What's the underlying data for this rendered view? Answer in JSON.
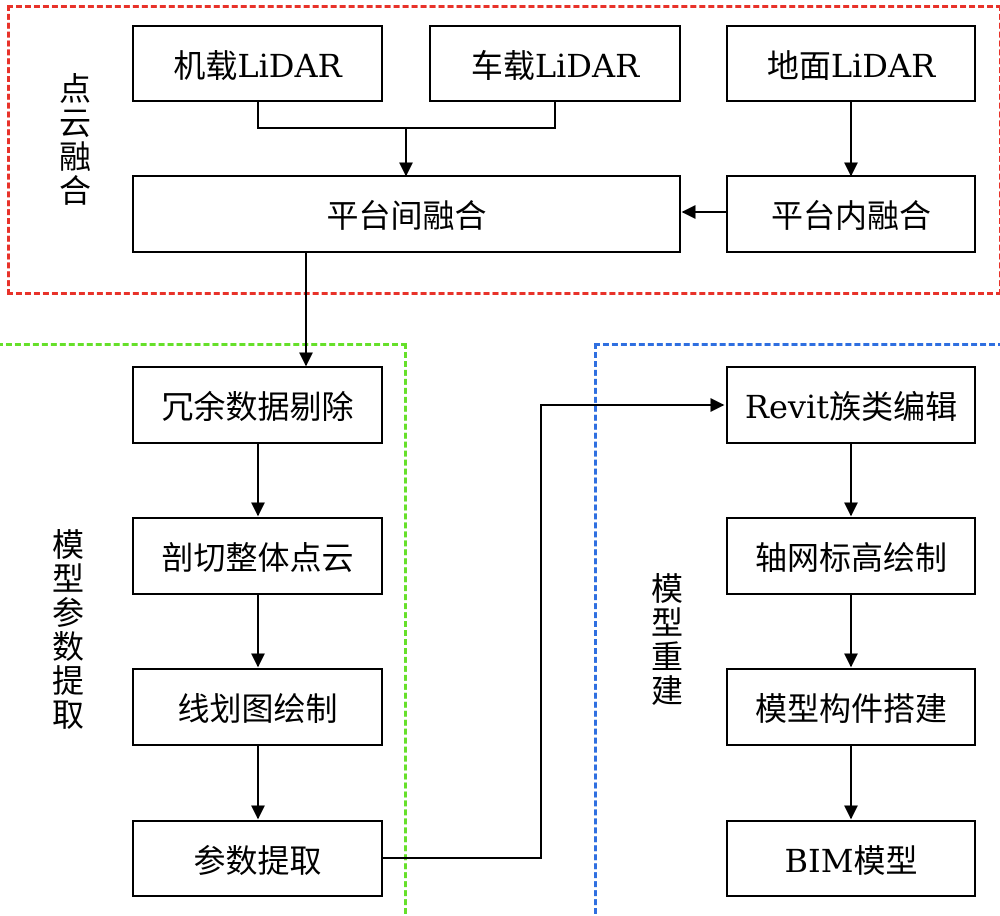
{
  "groups": {
    "point_cloud_fusion": {
      "label": "点云融合",
      "color": "#e8322a"
    },
    "parameter_extraction": {
      "label": "模型参数提取",
      "color": "#66e02a"
    },
    "model_rebuild": {
      "label": "模型重建",
      "color": "#2f6fe0"
    }
  },
  "nodes": {
    "airborne_lidar": "机载LiDAR",
    "vehicle_lidar": "车载LiDAR",
    "ground_lidar": "地面LiDAR",
    "inter_platform_fusion": "平台间融合",
    "intra_platform_fusion": "平台内融合",
    "redundant_removal": "冗余数据剔除",
    "cut_point_cloud": "剖切整体点云",
    "line_drawing": "线划图绘制",
    "param_extraction": "参数提取",
    "revit_family_edit": "Revit族类编辑",
    "axis_grid_elevation": "轴网标高绘制",
    "component_build": "模型构件搭建",
    "bim_model": "BIM模型"
  }
}
